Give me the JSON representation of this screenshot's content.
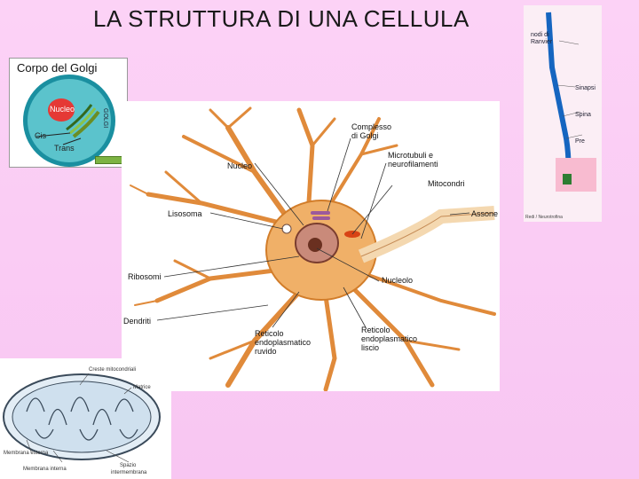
{
  "slide": {
    "title": "LA STRUTTURA DI UNA CELLULA"
  },
  "golgi_panel": {
    "heading": "Corpo del Golgi",
    "labels": {
      "nucleus": "Nucleo",
      "cis": "Cis",
      "trans": "Trans",
      "golgi_vertical": "GOLGI"
    }
  },
  "neuron_panel": {
    "labels": {
      "golgi_complex_1": "Complesso",
      "golgi_complex_2": "di Golgi",
      "nucleus": "Nucleo",
      "microtubules_1": "Microtubuli e",
      "microtubules_2": "neurofilamenti",
      "mitochondria": "Mitocondri",
      "lysosome": "Lisosoma",
      "axon": "Assone",
      "ribosomes": "Ribosomi",
      "nucleolus": "Nucleolo",
      "dendrites": "Dendriti",
      "rough_er_1": "Reticolo",
      "rough_er_2": "endoplasmatico",
      "rough_er_3": "ruvido",
      "smooth_er_1": "Reticolo",
      "smooth_er_2": "endoplasmatico",
      "smooth_er_3": "liscio"
    },
    "colors": {
      "cell_body": "#f0b068",
      "dendrite": "#e08a3a",
      "nucleus": "#c98a7a",
      "axon": "#f4d8b0"
    }
  },
  "axon_panel": {
    "labels": {
      "l1": "nodi di",
      "l2": "Ranvier",
      "l3": "Sinapsi",
      "l4": "Spina",
      "l5": "Pre"
    },
    "caption": "Redi / Neurotrofina"
  },
  "mito_panel": {
    "labels": {
      "cristae": "Creste mitocondriali",
      "matrix": "Matrice",
      "outer_membrane": "Membrana esterna",
      "inner_membrane": "Membrana interna",
      "intermembrane_1": "Spazio",
      "intermembrane_2": "intermembrana"
    }
  }
}
